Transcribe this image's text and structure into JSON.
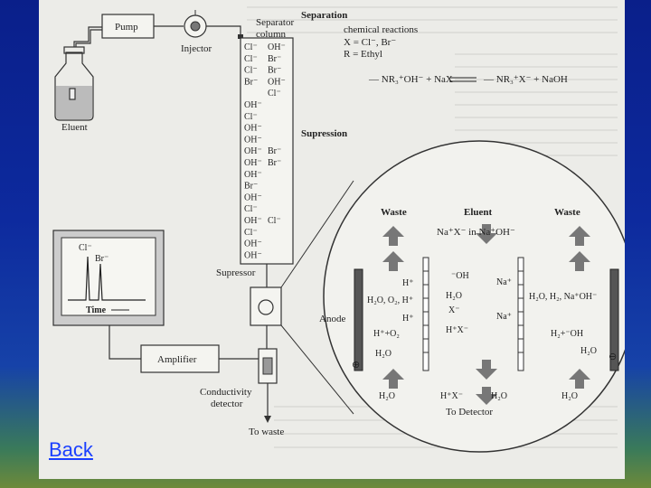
{
  "nav": {
    "back_label": "Back"
  },
  "system": {
    "pump": "Pump",
    "injector": "Injector",
    "eluent": "Eluent",
    "separator_column": [
      "Separator",
      "column"
    ],
    "supressor": "Supressor",
    "amplifier": "Amplifier",
    "conductivity_detector": [
      "Conductivity",
      "detector"
    ],
    "to_waste": "To waste"
  },
  "column_ions": [
    [
      "Cl⁻",
      "OH⁻"
    ],
    [
      "Cl⁻",
      "Br⁻"
    ],
    [
      "Cl⁻",
      "Br⁻"
    ],
    [
      "Br⁻",
      "OH⁻"
    ],
    [
      "",
      "Cl⁻"
    ],
    [
      "OH⁻",
      ""
    ],
    [
      "Cl⁻",
      ""
    ],
    [
      "OH⁻",
      ""
    ],
    [
      "OH⁻",
      ""
    ],
    [
      "OH⁻",
      "Br⁻"
    ],
    [
      "OH⁻",
      "Br⁻"
    ],
    [
      "OH⁻",
      ""
    ],
    [
      "Br⁻",
      ""
    ],
    [
      "OH⁻",
      ""
    ],
    [
      "Cl⁻",
      ""
    ],
    [
      "OH⁻",
      "Cl⁻"
    ],
    [
      "Cl⁻",
      ""
    ],
    [
      "OH⁻",
      ""
    ],
    [
      "OH⁻",
      ""
    ]
  ],
  "chromatogram": {
    "peak1": "Cl⁻",
    "peak2": "Br⁻",
    "axis": "Time"
  },
  "separation": {
    "title": "Separation",
    "reactions_label": "chemical reactions",
    "x_def": "X = Cl⁻, Br⁻",
    "r_def": "R = Ethyl",
    "reaction_left": "— NR₃⁺OH⁻ + NaX",
    "reaction_right": "— NR₃⁺X⁻ + NaOH"
  },
  "supression": {
    "title": "Supression"
  },
  "detail": {
    "waste_left": "Waste",
    "eluent": "Eluent",
    "waste_right": "Waste",
    "inflow": "Na⁺X⁻  in  Na⁺OH⁻",
    "oh": "⁻OH",
    "h_plus_1": "H⁺",
    "h2o_a": "H₂O",
    "h2o_o2_h": "H₂O, O₂, H⁺",
    "h_plus_2": "H⁺",
    "x_minus": "X⁻",
    "hx": "H⁺X⁻",
    "anode": "Anode",
    "h_o2": "H⁺+O₂",
    "h2o_b": "H₂O",
    "na_1": "Na⁺",
    "na_2": "Na⁺",
    "h2o_h2_naoh": "H₂O, H₂, Na⁺OH⁻",
    "h2_oh": "H₂+⁻OH",
    "h2o_c": "H₂O",
    "plus": "⊕",
    "minus": "⊖",
    "h2o_bl": "H₂O",
    "hx_bottom": "H⁺X⁻",
    "h2o_bm": "H₂O",
    "h2o_br": "H₂O",
    "to_detector": "To Detector"
  }
}
